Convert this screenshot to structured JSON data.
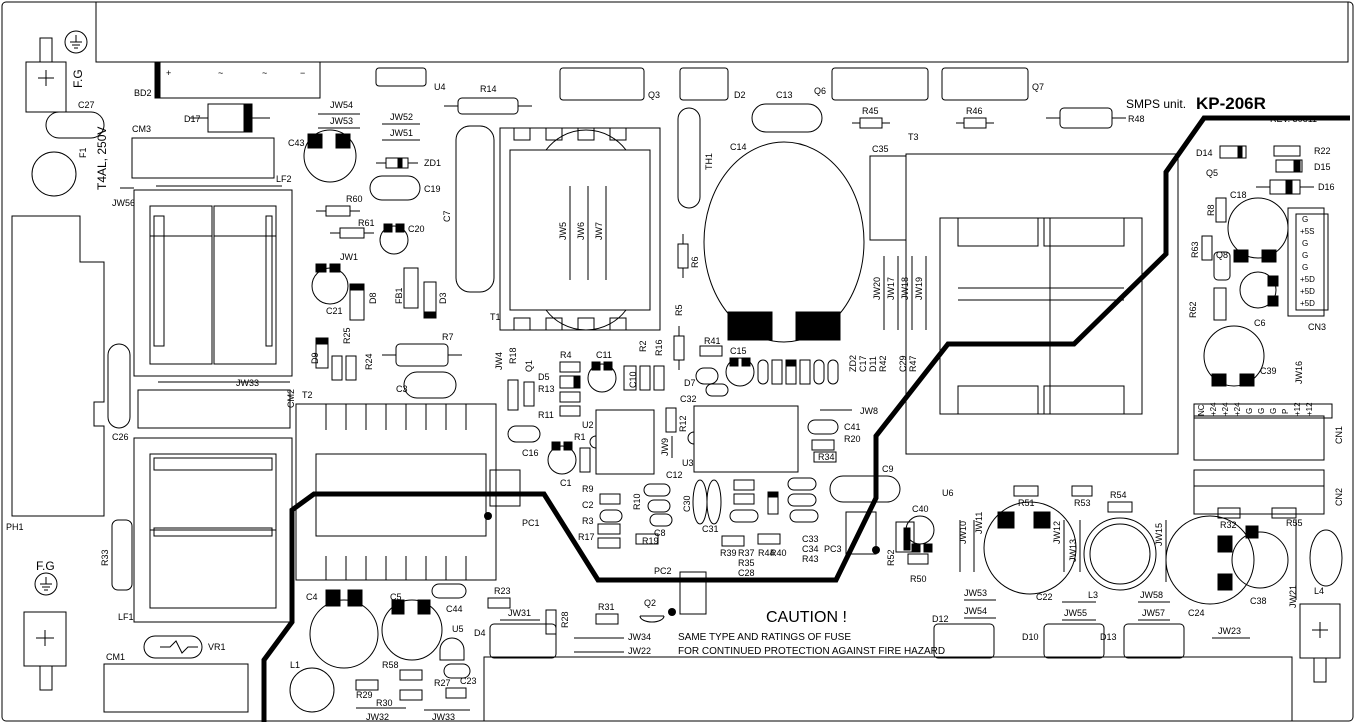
{
  "board": {
    "unit_label": "SMPS unit.",
    "model": "KP-206R",
    "revision": "REV. 50811"
  },
  "caution": {
    "title": "CAUTION !",
    "line1": "SAME TYPE AND RATINGS OF FUSE",
    "line2": "FOR CONTINUED PROTECTION AGAINST FIRE HAZARD"
  },
  "fuse": {
    "rating": "T4AL, 250V"
  },
  "ground": {
    "top": "F.G",
    "left": "F.G"
  },
  "bridge_marks": [
    "+",
    "~",
    "~",
    "−"
  ],
  "components": [
    {
      "id": "BD2"
    },
    {
      "id": "U4"
    },
    {
      "id": "R14"
    },
    {
      "id": "Q3"
    },
    {
      "id": "D2"
    },
    {
      "id": "C13"
    },
    {
      "id": "Q6"
    },
    {
      "id": "Q7"
    },
    {
      "id": "C27"
    },
    {
      "id": "D17"
    },
    {
      "id": "JW54"
    },
    {
      "id": "JW53"
    },
    {
      "id": "JW52"
    },
    {
      "id": "JW51"
    },
    {
      "id": "CM3"
    },
    {
      "id": "F1"
    },
    {
      "id": "C43"
    },
    {
      "id": "ZD1"
    },
    {
      "id": "LF2"
    },
    {
      "id": "C19"
    },
    {
      "id": "JW56"
    },
    {
      "id": "R60"
    },
    {
      "id": "R61"
    },
    {
      "id": "C20"
    },
    {
      "id": "C7"
    },
    {
      "id": "JW5"
    },
    {
      "id": "JW6"
    },
    {
      "id": "JW7"
    },
    {
      "id": "TH1"
    },
    {
      "id": "C14"
    },
    {
      "id": "R45"
    },
    {
      "id": "R46"
    },
    {
      "id": "R48"
    },
    {
      "id": "T3"
    },
    {
      "id": "C35"
    },
    {
      "id": "D14"
    },
    {
      "id": "R22"
    },
    {
      "id": "D15"
    },
    {
      "id": "Q5"
    },
    {
      "id": "D16"
    },
    {
      "id": "C18"
    },
    {
      "id": "R8"
    },
    {
      "id": "R63"
    },
    {
      "id": "Q8"
    },
    {
      "id": "C6"
    },
    {
      "id": "CN3"
    },
    {
      "id": "R62"
    },
    {
      "id": "C39"
    },
    {
      "id": "JW16"
    },
    {
      "id": "JW1"
    },
    {
      "id": "C21"
    },
    {
      "id": "D8"
    },
    {
      "id": "FB1"
    },
    {
      "id": "D3"
    },
    {
      "id": "R6"
    },
    {
      "id": "JW20"
    },
    {
      "id": "JW17"
    },
    {
      "id": "JW18"
    },
    {
      "id": "JW19"
    },
    {
      "id": "T1"
    },
    {
      "id": "R5"
    },
    {
      "id": "R7"
    },
    {
      "id": "D9"
    },
    {
      "id": "R25"
    },
    {
      "id": "R24"
    },
    {
      "id": "JW4"
    },
    {
      "id": "R18"
    },
    {
      "id": "Q1"
    },
    {
      "id": "D5"
    },
    {
      "id": "R4"
    },
    {
      "id": "R13"
    },
    {
      "id": "R11"
    },
    {
      "id": "C11"
    },
    {
      "id": "C10"
    },
    {
      "id": "R2"
    },
    {
      "id": "R16"
    },
    {
      "id": "R41"
    },
    {
      "id": "C15"
    },
    {
      "id": "D7"
    },
    {
      "id": "ZD2"
    },
    {
      "id": "C17"
    },
    {
      "id": "D11"
    },
    {
      "id": "R42"
    },
    {
      "id": "C26"
    },
    {
      "id": "C29"
    },
    {
      "id": "R47"
    },
    {
      "id": "JW33"
    },
    {
      "id": "CM2"
    },
    {
      "id": "T2"
    },
    {
      "id": "C3"
    },
    {
      "id": "C32"
    },
    {
      "id": "JW8"
    },
    {
      "id": "C41"
    },
    {
      "id": "R20"
    },
    {
      "id": "U2"
    },
    {
      "id": "R12"
    },
    {
      "id": "JW9"
    },
    {
      "id": "U3"
    },
    {
      "id": "R1"
    },
    {
      "id": "C16"
    },
    {
      "id": "C1"
    },
    {
      "id": "R34"
    },
    {
      "id": "C9"
    },
    {
      "id": "CN1"
    },
    {
      "id": "CN2"
    },
    {
      "id": "PH1"
    },
    {
      "id": "C12"
    },
    {
      "id": "R9"
    },
    {
      "id": "R10"
    },
    {
      "id": "C2"
    },
    {
      "id": "C8"
    },
    {
      "id": "R3"
    },
    {
      "id": "R17"
    },
    {
      "id": "R19"
    },
    {
      "id": "C30"
    },
    {
      "id": "C31"
    },
    {
      "id": "R39"
    },
    {
      "id": "R37"
    },
    {
      "id": "R35"
    },
    {
      "id": "C28"
    },
    {
      "id": "R44"
    },
    {
      "id": "R40"
    },
    {
      "id": "C33"
    },
    {
      "id": "C34"
    },
    {
      "id": "R43"
    },
    {
      "id": "PC1"
    },
    {
      "id": "U6"
    },
    {
      "id": "C40"
    },
    {
      "id": "R51"
    },
    {
      "id": "R53"
    },
    {
      "id": "R54"
    },
    {
      "id": "R32"
    },
    {
      "id": "R55"
    },
    {
      "id": "JW10"
    },
    {
      "id": "JW11"
    },
    {
      "id": "JW12"
    },
    {
      "id": "JW13"
    },
    {
      "id": "JW15"
    },
    {
      "id": "PC3"
    },
    {
      "id": "R52"
    },
    {
      "id": "R50"
    },
    {
      "id": "C22"
    },
    {
      "id": "L3"
    },
    {
      "id": "C24"
    },
    {
      "id": "C38"
    },
    {
      "id": "JW21"
    },
    {
      "id": "L4"
    },
    {
      "id": "R33"
    },
    {
      "id": "LF1"
    },
    {
      "id": "C4"
    },
    {
      "id": "C5"
    },
    {
      "id": "C44"
    },
    {
      "id": "R23"
    },
    {
      "id": "PC2"
    },
    {
      "id": "JW31"
    },
    {
      "id": "R28"
    },
    {
      "id": "R31"
    },
    {
      "id": "Q2"
    },
    {
      "id": "D4"
    },
    {
      "id": "U5"
    },
    {
      "id": "R58"
    },
    {
      "id": "JW34"
    },
    {
      "id": "JW22"
    },
    {
      "id": "JW53"
    },
    {
      "id": "JW54"
    },
    {
      "id": "JW55"
    },
    {
      "id": "JW58"
    },
    {
      "id": "JW57"
    },
    {
      "id": "JW23"
    },
    {
      "id": "D12"
    },
    {
      "id": "D10"
    },
    {
      "id": "D13"
    },
    {
      "id": "CM1"
    },
    {
      "id": "VR1"
    },
    {
      "id": "L1"
    },
    {
      "id": "R29"
    },
    {
      "id": "R30"
    },
    {
      "id": "R27"
    },
    {
      "id": "C23"
    },
    {
      "id": "JW32"
    },
    {
      "id": "JW33"
    }
  ],
  "connectors": {
    "CN3": [
      "G",
      "+5S",
      "G",
      "G",
      "G",
      "+5D",
      "+5D",
      "+5D"
    ],
    "CN1": [
      "NC",
      "+24",
      "+24",
      "+24",
      "G",
      "G",
      "G",
      "P",
      "+12",
      "+12"
    ]
  }
}
